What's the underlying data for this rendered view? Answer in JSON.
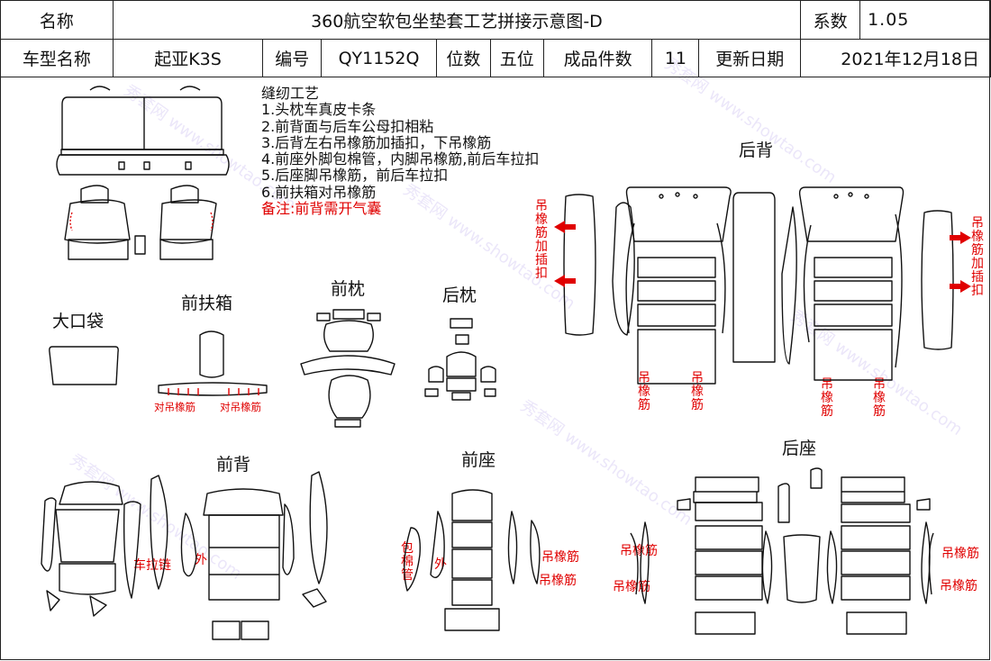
{
  "header": {
    "name_label": "名称",
    "title": "360航空软包坐垫套工艺拼接示意图-D",
    "coef_label": "系数",
    "coef_value": "1.05",
    "model_label": "车型名称",
    "model_value": "起亚K3S",
    "code_label": "编号",
    "code_value": "QY1152Q",
    "seats_label": "位数",
    "seats_value": "五位",
    "pieces_label": "成品件数",
    "pieces_value": "11",
    "date_label": "更新日期",
    "date_value": "2021年12月18日"
  },
  "notes": {
    "heading": "缝纫工艺",
    "items": [
      "1.头枕车真皮卡条",
      "2.前背面与后车公母扣相粘",
      "3.后背左右吊橡筋加插扣，下吊橡筋",
      "4.前座外脚包棉管，内脚吊橡筋,前后车拉扣",
      "5.后座脚吊橡筋，前后车拉扣",
      "6.前扶箱对吊橡筋"
    ],
    "remark": "备注:前背需开气囊"
  },
  "sections": {
    "back_rear": "后背",
    "big_pocket": "大口袋",
    "front_armrest": "前扶箱",
    "front_pillow": "前枕",
    "rear_pillow": "后枕",
    "front_back": "前背",
    "front_seat": "前座",
    "rear_seat": "后座"
  },
  "annotations": {
    "hang_clip_left": "吊橡筋加插扣",
    "hang_clip_right": "吊橡筋加插扣",
    "hang_rubber": "吊橡筋",
    "armrest_hang_1": "对吊橡筋",
    "armrest_hang_2": "对吊橡筋",
    "zipper": "车拉链",
    "outer": "外",
    "cotton_tube": "包棉管",
    "front_seat_hang_1": "吊橡筋",
    "front_seat_hang_2": "吊橡筋",
    "rear_seat_hang_1": "吊橡筋",
    "rear_seat_hang_2": "吊橡筋",
    "rear_seat_hang_3": "吊橡筋",
    "rear_seat_hang_4": "吊橡筋"
  },
  "watermark": "秀套网 www.showtao.com",
  "colors": {
    "accent_red": "#e00000",
    "watermark": "#c7b9f0"
  }
}
